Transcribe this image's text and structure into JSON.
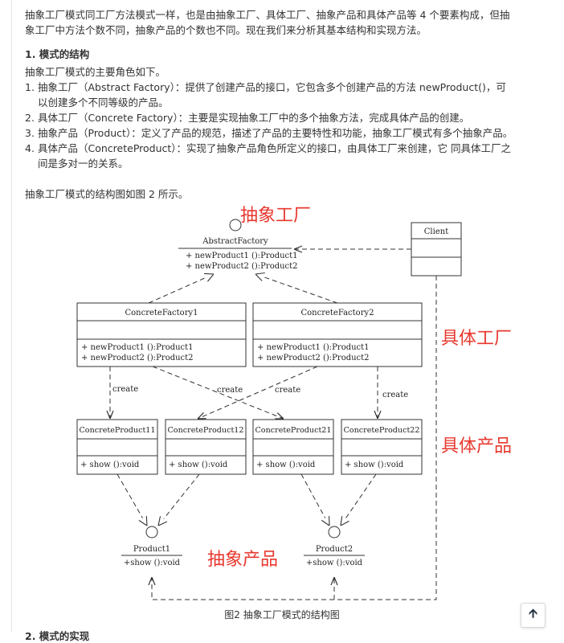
{
  "intro": "抽象工厂模式同工厂方法模式一样，也是由抽象工厂、具体工厂、抽象产品和具体产品等 4 个要素构成，但抽象工厂中方法个数不同，抽象产品的个数也不同。现在我们来分析其基本结构和实现方法。",
  "section_heading": "1. 模式的结构",
  "roles_intro": "抽象工厂模式的主要角色如下。",
  "roles": [
    {
      "num": "1.",
      "text": "抽象工厂（Abstract Factory）：提供了创建产品的接口，它包含多个创建产品的方法 newProduct()，可以创建多个不同等级的产品。"
    },
    {
      "num": "2.",
      "text": "具体工厂（Concrete Factory）：主要是实现抽象工厂中的多个抽象方法，完成具体产品的创建。"
    },
    {
      "num": "3.",
      "text": "抽象产品（Product）：定义了产品的规范，描述了产品的主要特性和功能，抽象工厂模式有多个抽象产品。"
    },
    {
      "num": "4.",
      "text": "具体产品（ConcreteProduct）：实现了抽象产品角色所定义的接口，由具体工厂来创建，它 同具体工厂之间是多对一的关系。"
    }
  ],
  "figure_intro": "抽象工厂模式的结构图如图 2 所示。",
  "diagram": {
    "abstract_factory": {
      "name": "AbstractFactory",
      "methods": [
        "+ newProduct1 ():Product1",
        "+ newProduct2 ():Product2"
      ]
    },
    "client": "Client",
    "concrete_factory_1": {
      "name": "ConcreteFactory1",
      "methods": [
        "+ newProduct1 ():Product1",
        "+ newProduct2 ():Product2"
      ]
    },
    "concrete_factory_2": {
      "name": "ConcreteFactory2",
      "methods": [
        "+ newProduct1 ():Product1",
        "+ newProduct2 ():Product2"
      ]
    },
    "create_label": "create",
    "products": [
      {
        "name": "ConcreteProduct11",
        "method": "+ show ():void"
      },
      {
        "name": "ConcreteProduct12",
        "method": "+ show ():void"
      },
      {
        "name": "ConcreteProduct21",
        "method": "+ show ():void"
      },
      {
        "name": "ConcreteProduct22",
        "method": "+ show ():void"
      }
    ],
    "product1": {
      "name": "Product1",
      "method": "+show ():void"
    },
    "product2": {
      "name": "Product2",
      "method": "+show ():void"
    },
    "annotations": {
      "abstract_factory": "抽象工厂",
      "concrete_factory": "具体工厂",
      "concrete_product": "具体产品",
      "abstract_product": "抽象产品"
    }
  },
  "caption": "图2 抽象工厂模式的结构图",
  "next_heading": "2. 模式的实现",
  "back_to_top_icon": "arrow-up-icon",
  "colors": {
    "annotation_red": "#e8382e",
    "text": "#333333"
  }
}
